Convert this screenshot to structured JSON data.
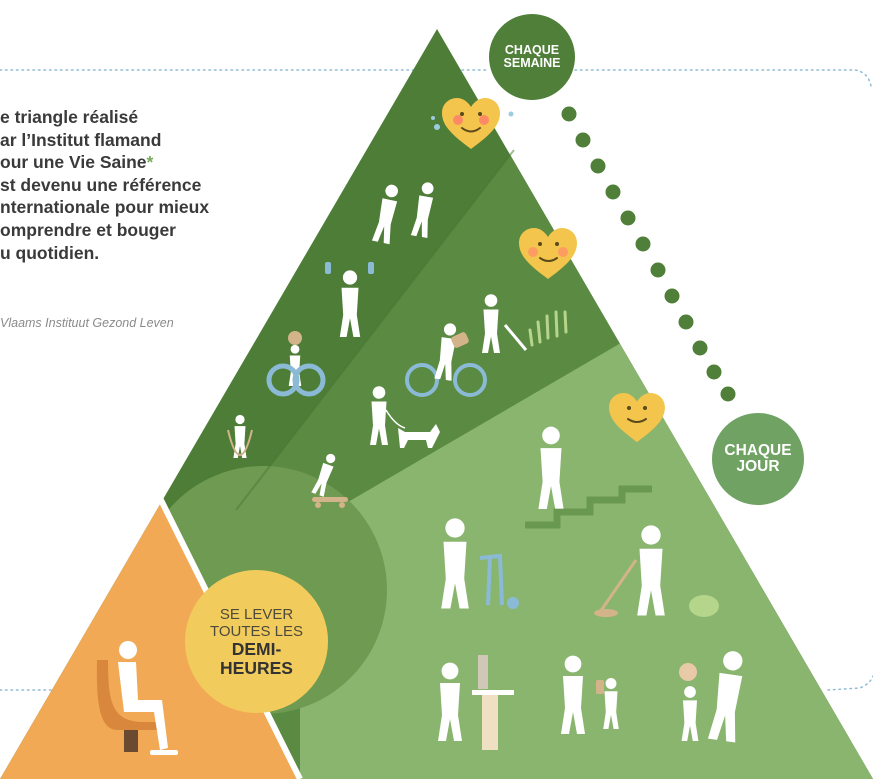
{
  "intro_text": {
    "line1": "e triangle réalisé",
    "line2": "ar l’Institut flamand",
    "line3": "our une Vie Saine",
    "line3_asterisk": "*",
    "line4": "st devenu une référence",
    "line5": "nternationale pour mieux",
    "line6": "omprendre et bouger",
    "line7": "u quotidien."
  },
  "credit": "Vlaams Instituut Gezond Leven",
  "badges": {
    "weekly": {
      "line1": "CHAQUE",
      "line2": "SEMAINE"
    },
    "daily": {
      "line1": "CHAQUE",
      "line2": "JOUR"
    },
    "standing": {
      "line1": "SE LEVER",
      "line2": "TOUTES LES",
      "line3": "DEMI-",
      "line4": "HEURES"
    }
  },
  "colors": {
    "top_band": "#4e7d37",
    "middle_band": "#5b8b43",
    "bottom_band": "#8ab56f",
    "sitting": "#f2a955",
    "circle_bg": "#6f9a52",
    "heart": "#f3c54c",
    "dots": "#4f7f38",
    "badge_stand": "#f1cc5c"
  }
}
